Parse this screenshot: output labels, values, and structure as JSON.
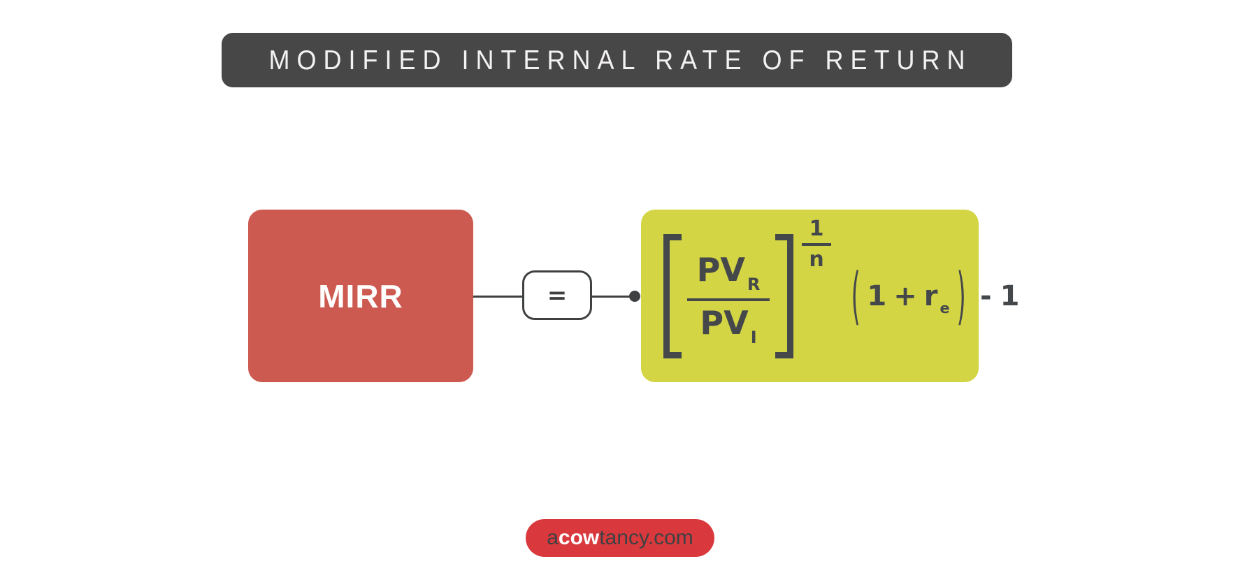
{
  "title": {
    "text": "MODIFIED INTERNAL RATE OF RETURN"
  },
  "diagram": {
    "mirr_label": "MIRR",
    "equals": "=",
    "formula": {
      "numerator_base": "PV",
      "numerator_sub": "R",
      "denominator_base": "PV",
      "denominator_sub": "I",
      "exponent_numerator": "1",
      "exponent_denominator": "n",
      "paren_open": "(",
      "one": "1",
      "plus": "+",
      "rate_base": "r",
      "rate_sub": "e",
      "paren_close": ")",
      "minus": "-",
      "trailing_one": "1"
    }
  },
  "footer": {
    "prefix": "a",
    "brand": "cow",
    "suffix": "tancy.com"
  },
  "colors": {
    "banner": "#474747",
    "banner_text": "#f3f1f1",
    "mirr_box": "#cc5a50",
    "formula_box": "#d3d544",
    "ink": "#45484b",
    "line": "#3e4042",
    "footer_pill": "#d9393d",
    "footer_dark": "#3d4144"
  }
}
